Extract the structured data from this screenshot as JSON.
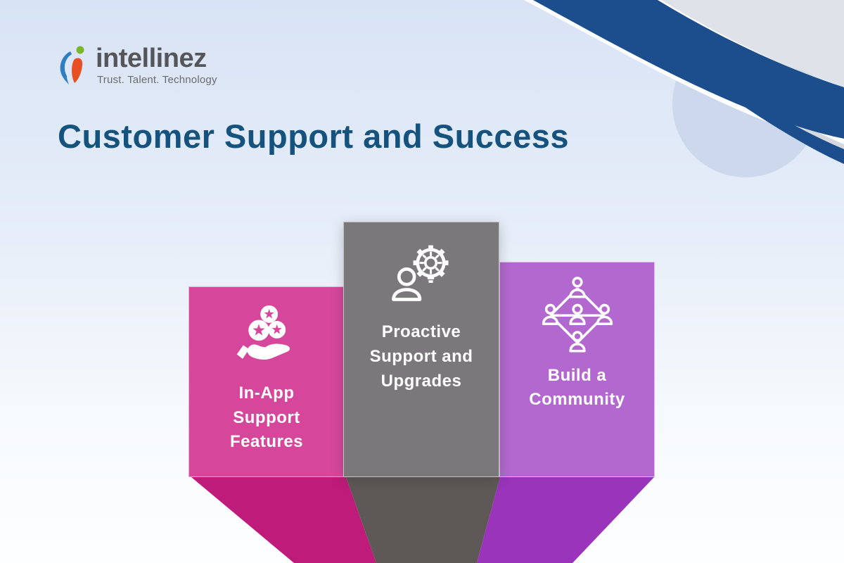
{
  "page": {
    "title": "Customer Support and Success"
  },
  "logo": {
    "name": "intellinez",
    "tagline": "Trust. Talent. Technology"
  },
  "cards": [
    {
      "icon": "hand-with-star-ratings-icon",
      "lines": [
        "In-App",
        "Support",
        "Features"
      ],
      "color": "#d6479c",
      "shadow_color": "#bf1b7a"
    },
    {
      "icon": "person-gear-lightbulb-icon",
      "lines": [
        "Proactive",
        "Support and",
        "Upgrades"
      ],
      "color": "#7a787a",
      "shadow_color": "#5e5956"
    },
    {
      "icon": "people-network-icon",
      "lines": [
        "Build a",
        "Community"
      ],
      "color": "#b268ce",
      "shadow_color": "#9934bb"
    }
  ],
  "colors": {
    "heading": "#15537e",
    "background_top": "#d8e3f5",
    "background_bottom": "#fdfeff",
    "navy_wave": "#1c4e8d",
    "corner_gray": "#dfe3e9",
    "stripe_gray": "#d5d9df",
    "light_circle": "#ccd8ec",
    "card_text": "#ffffff",
    "logo_text": "#55565a",
    "logo_tagline": "#6b6c70",
    "logo_blue": "#2f7ec2",
    "logo_orange": "#e75025",
    "logo_green": "#7ab829"
  }
}
